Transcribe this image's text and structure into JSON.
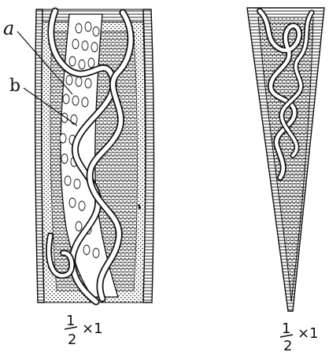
{
  "labels": {
    "a": "a",
    "b": "b"
  },
  "figures": [
    {
      "scale_numerator": "1",
      "scale_denominator": "2",
      "scale_suffix": "×1"
    },
    {
      "scale_numerator": "1",
      "scale_denominator": "2",
      "scale_suffix": "×1"
    }
  ],
  "colors": {
    "ink": "#111111",
    "paper": "#ffffff"
  }
}
